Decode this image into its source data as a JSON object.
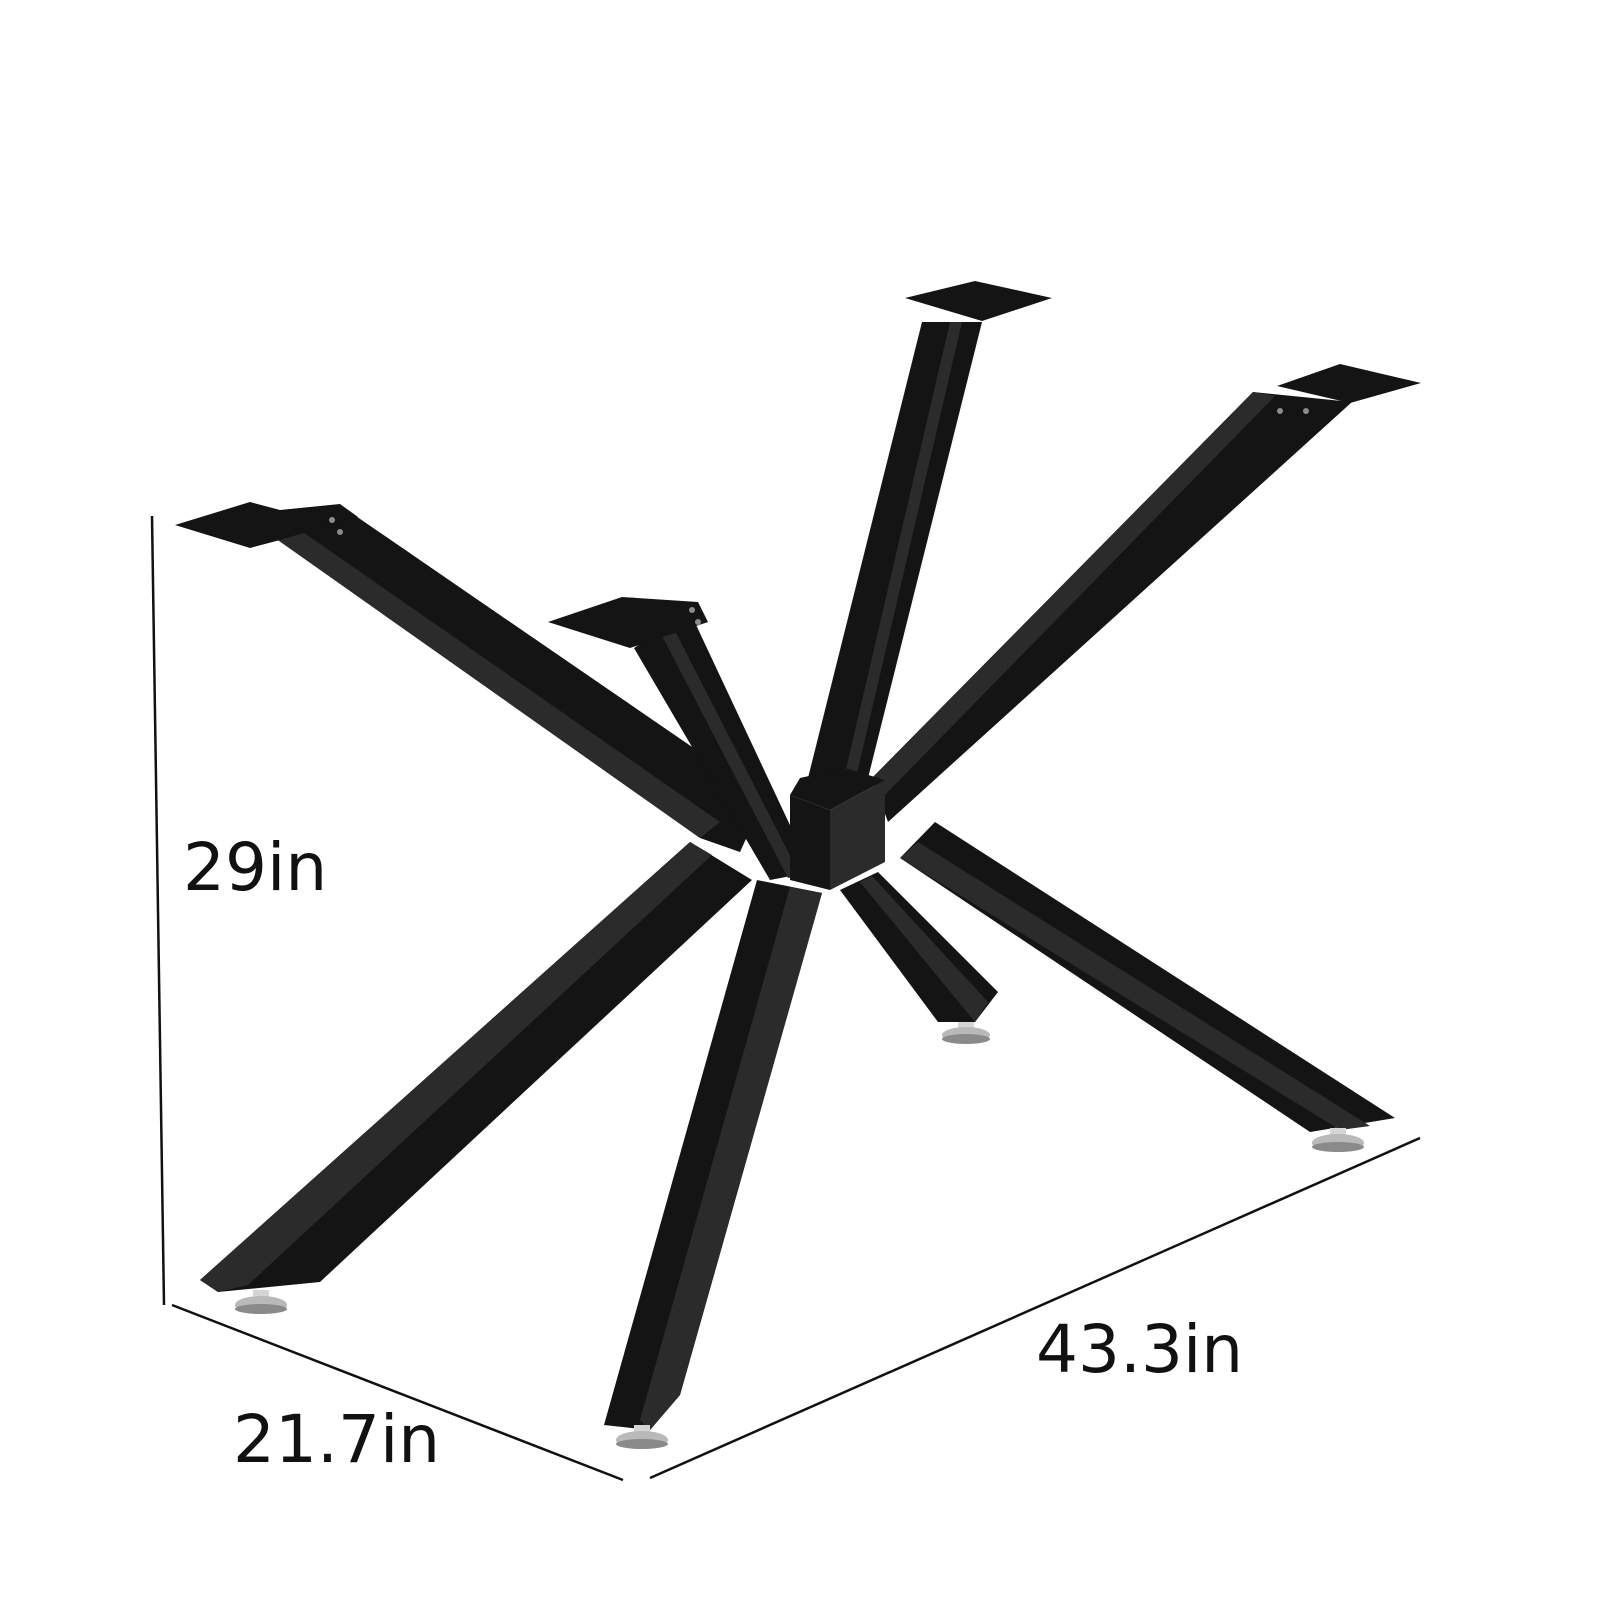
{
  "dimensions": {
    "height": "29in",
    "depth": "21.7in",
    "width": "43.3in"
  },
  "colors": {
    "metal": "#141414",
    "metal_light": "#2b2b2b",
    "foot": "#b9b9b9",
    "line": "#111111"
  },
  "icons": {
    "product": "spider-table-base-icon"
  }
}
